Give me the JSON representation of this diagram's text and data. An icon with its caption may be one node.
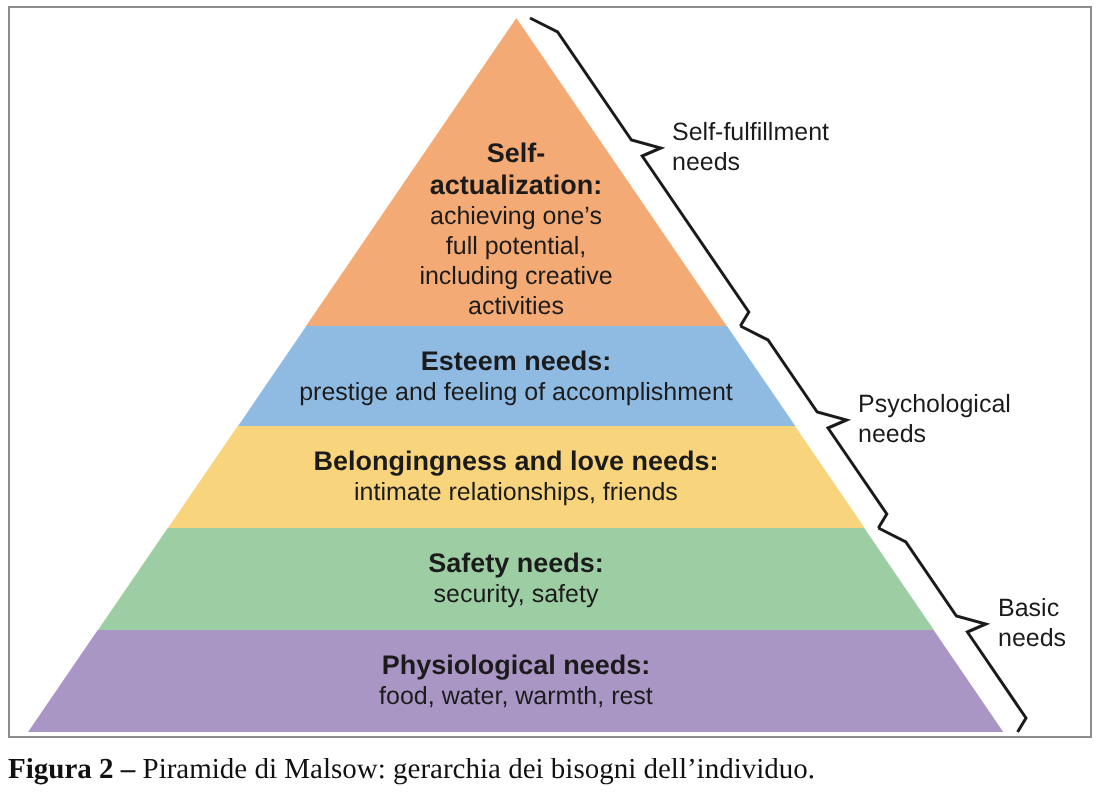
{
  "diagram": {
    "caption": "**Figura 2 –** Piramide di Malsow: gerarchia dei bisogni dell’individuo.",
    "nodes": [
      {
        "text": [
          "Self-actualization:",
          "achieving one’s full potential, including creative activities"
        ]
      },
      {
        "text": [
          "Esteem needs:",
          "prestige and feeling of accomplishment"
        ]
      },
      {
        "text": [
          "Belongingness and love needs:",
          "intimate relationships, friends"
        ]
      },
      {
        "text": [
          "Safety needs:",
          "security, safety"
        ]
      },
      {
        "text": [
          "Physiological needs:",
          "food, water, warmth, rest"
        ]
      }
    ],
    "labels": [
      "Self-fulfillment needs",
      "Psychological needs",
      "Basic needs"
    ]
  }
}
